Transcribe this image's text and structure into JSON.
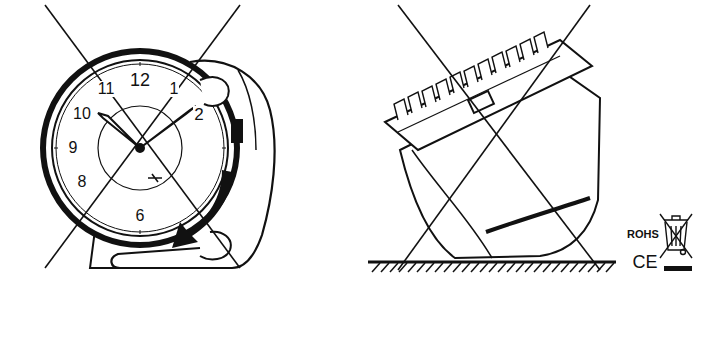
{
  "diagram": {
    "labels": [
      "11",
      "12",
      "1",
      "2",
      "10",
      "9",
      "8",
      "6",
      "ROHS",
      "CE"
    ]
  }
}
